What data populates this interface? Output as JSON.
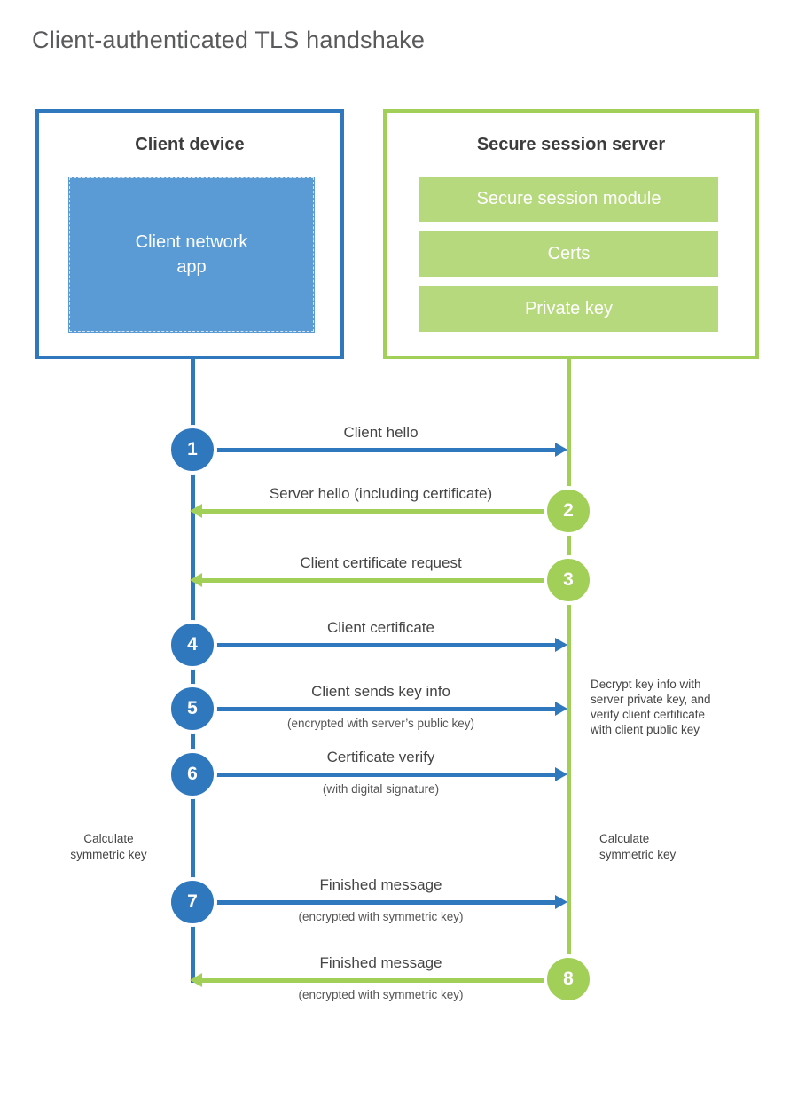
{
  "title": "Client-authenticated TLS handshake",
  "client": {
    "title": "Client device",
    "app_label": "Client network\napp"
  },
  "server": {
    "title": "Secure session server",
    "modules": [
      "Secure session module",
      "Certs",
      "Private key"
    ]
  },
  "steps": [
    {
      "number": "1",
      "label": "Client hello",
      "from": "client",
      "to": "server"
    },
    {
      "number": "2",
      "label": "Server hello (including certificate)",
      "from": "server",
      "to": "client"
    },
    {
      "number": "3",
      "label": "Client certificate request",
      "from": "server",
      "to": "client"
    },
    {
      "number": "4",
      "label": "Client certificate",
      "from": "client",
      "to": "server"
    },
    {
      "number": "5",
      "label": "Client sends key info",
      "sublabel": "(encrypted with server’s public key)",
      "from": "client",
      "to": "server"
    },
    {
      "number": "6",
      "label": "Certificate verify",
      "sublabel": "(with digital signature)",
      "from": "client",
      "to": "server"
    },
    {
      "number": "7",
      "label": "Finished message",
      "sublabel": "(encrypted with symmetric key)",
      "from": "client",
      "to": "server"
    },
    {
      "number": "8",
      "label": "Finished message",
      "sublabel": "(encrypted with symmetric key)",
      "from": "server",
      "to": "client"
    }
  ],
  "notes": {
    "decrypt": "Decrypt key info with\nserver private key, and\nverify client certificate\nwith client public key",
    "calc_client": "Calculate\nsymmetric key",
    "calc_server": "Calculate\nsymmetric key"
  },
  "colors": {
    "client_accent": "#2f78bd",
    "client_fill": "#5b9bd5",
    "server_accent": "#a2cf58",
    "server_fill": "#b5d97c",
    "text": "#454545"
  }
}
